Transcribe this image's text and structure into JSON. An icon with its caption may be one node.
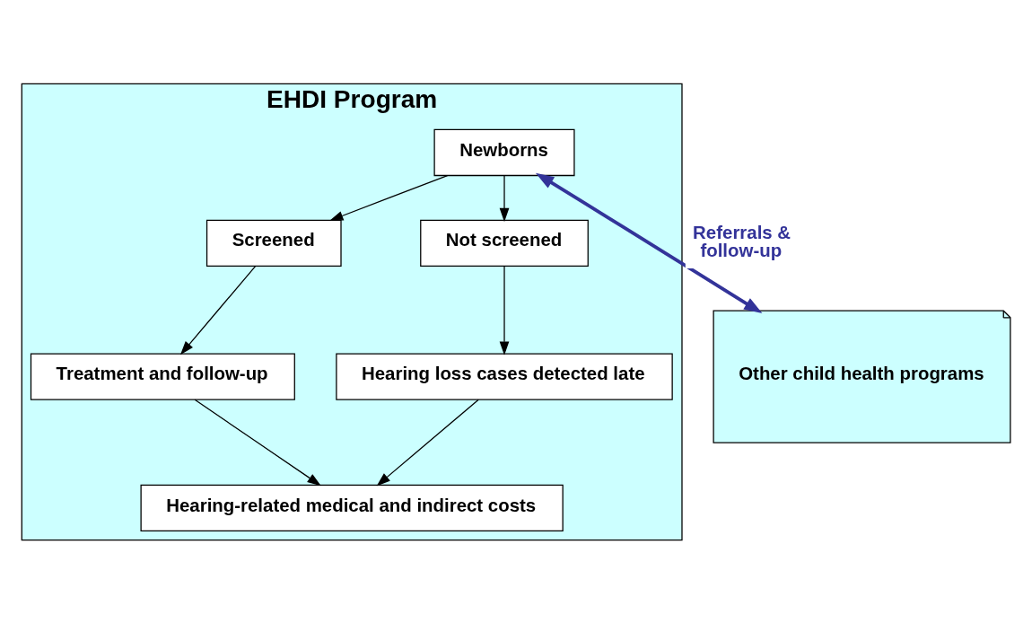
{
  "diagram": {
    "nodes": [
      {
        "text": [
          "EHDI Program"
        ]
      },
      {
        "text": [
          "Newborns"
        ],
        "in": 0
      },
      {
        "text": [
          "Screened"
        ],
        "in": 0
      },
      {
        "text": [
          "Not screened"
        ],
        "in": 0
      },
      {
        "text": [
          "Treatment and follow-up"
        ],
        "in": 0
      },
      {
        "text": [
          "Hearing loss cases detected late"
        ],
        "in": 0
      },
      {
        "text": [
          "Hearing-related medical and indirect costs"
        ],
        "in": 0
      },
      {
        "text": [
          "Other child health programs"
        ]
      }
    ],
    "edges": [
      {
        "from": 1,
        "to": 7,
        "arrow": "both",
        "label": "Referrals & follow-up",
        "style": "thick",
        "color": "#333399"
      },
      {
        "from": 1,
        "to": 2,
        "arrow": "to"
      },
      {
        "from": 1,
        "to": 3,
        "arrow": "to"
      },
      {
        "from": 2,
        "to": 4,
        "arrow": "to"
      },
      {
        "from": 3,
        "to": 5,
        "arrow": "to"
      },
      {
        "from": 4,
        "to": 6,
        "arrow": "to"
      },
      {
        "from": 5,
        "to": 6,
        "arrow": "to"
      }
    ]
  }
}
